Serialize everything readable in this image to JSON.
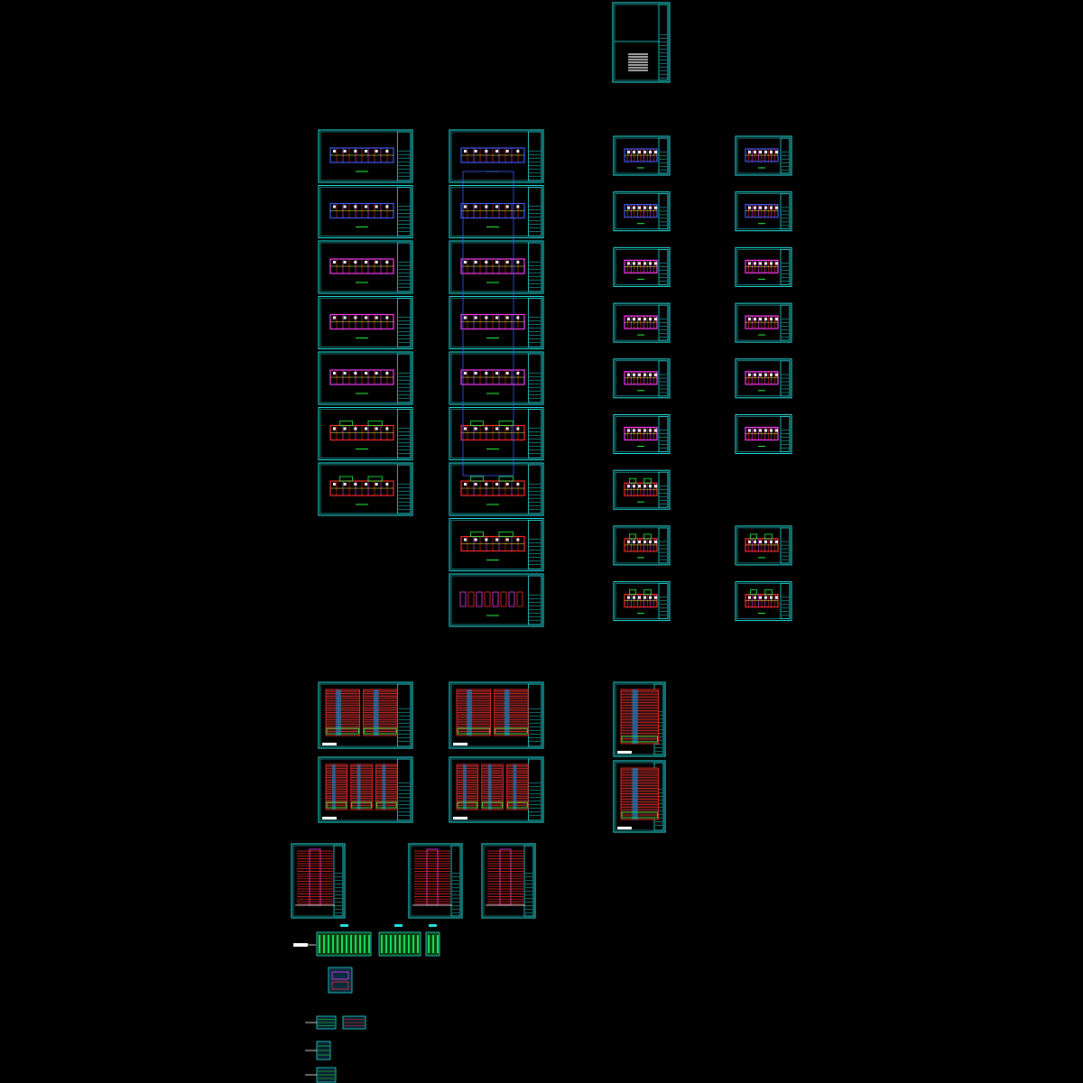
{
  "colors": {
    "background": "#000000",
    "frame": "#25e8e8",
    "plan_blue": "#3a5cff",
    "plan_magenta": "#ff3cff",
    "plan_red": "#ff2a2a",
    "plan_green": "#20ff40",
    "plan_yellow": "#ffff40",
    "white": "#ffffff"
  },
  "drawing": {
    "cover_sheet": {
      "has_text_list": true
    },
    "column_a_plans": 7,
    "column_b_plans": 9,
    "column_c_plans": 9,
    "column_d_plans": 8,
    "elevation_sheets": 6,
    "section_sheets": 3,
    "detail_strips": 3,
    "small_details": 5
  }
}
